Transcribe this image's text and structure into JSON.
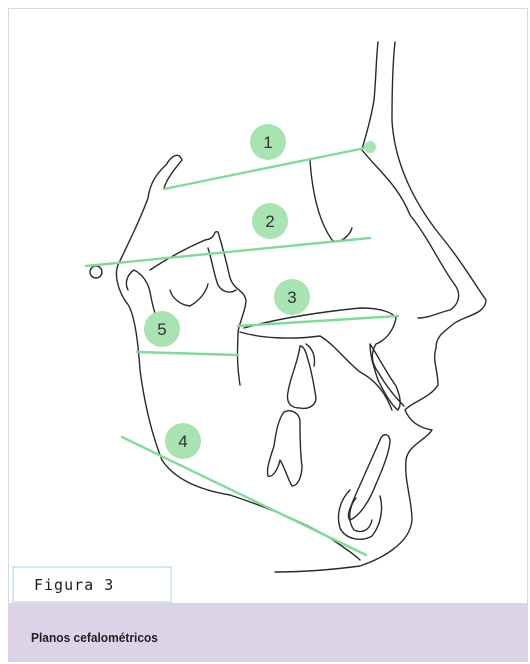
{
  "figure": {
    "label": "Figura 3",
    "caption": "Planos cefalométricos"
  },
  "planes": [
    {
      "number": "1"
    },
    {
      "number": "2"
    },
    {
      "number": "3"
    },
    {
      "number": "4"
    },
    {
      "number": "5"
    }
  ],
  "colors": {
    "plane_line": "#7fdc97",
    "marker_fill": "#a8e3b2",
    "tracing": "#2a2a2a",
    "caption_band": "#dcd3e7",
    "tab_border": "#d3e8f5"
  }
}
